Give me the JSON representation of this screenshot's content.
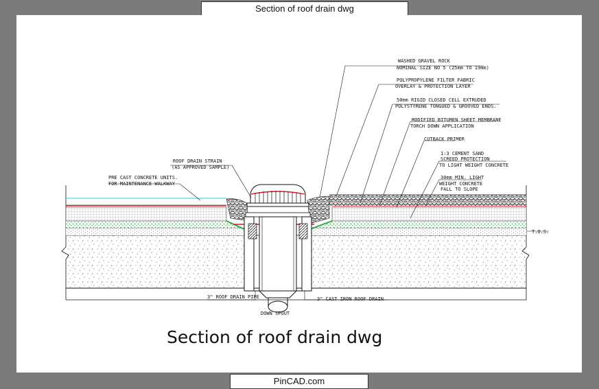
{
  "header": {
    "title": "Section of roof drain dwg"
  },
  "footer": {
    "site": "PinCAD.com"
  },
  "caption": "Section of roof drain dwg",
  "labels": {
    "gravel_1": "WASHED GRAVEL ROCK",
    "gravel_2": "NOMINAL SIZE NO 5 (25mm TO 19mm)",
    "fabric_1": "POLYPROPYLENE FILTER FABRIC",
    "fabric_2": "OVERLAY & PROTECTION LAYER",
    "insul_1": "50mm RIGID CLOSED CELL EXTRUDED",
    "insul_2": "POLYSTYRENE TONGUED & GROOVED ENDS.",
    "membrane_1": "MODIFIED BITUMEN SHEET MEMBRANE",
    "membrane_2": "TORCH DOWN APPLICATION",
    "primer": "CUTBACK PRIMER",
    "screed_1": "1:3 CEMENT SAND",
    "screed_2": "SCREED PROTECTION",
    "screed_3": "TO LIGHT WEIGHT CONCRETE",
    "lwc_1": "30mm MIN. LIGHT",
    "lwc_2": "WEIGHT CONCRETE",
    "lwc_3": "FALL TO SLOPE",
    "strain_1": "ROOF DRAIN STRAIN",
    "strain_2": "(AS APPROVED SAMPLE)",
    "precast_1": "PRE CAST CONCRETE UNITS.",
    "precast_2": "FOR MAINTENANCE WALKWAY",
    "tos": "T.O.S.",
    "pipe": "3\" ROOF DRAIN PIPE",
    "cast_iron": "3\" CAST IRON ROOF DRAIN",
    "downspout": "DOWN SPOUT"
  }
}
